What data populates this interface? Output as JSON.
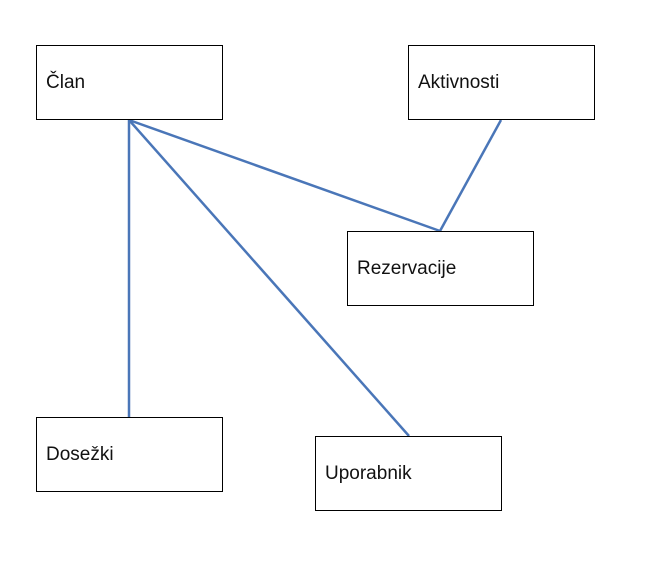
{
  "diagram": {
    "type": "entity-relationship",
    "line_color": "#4a76b8",
    "entities": {
      "clan": "Član",
      "aktivnosti": "Aktivnosti",
      "rezervacije": "Rezervacije",
      "dosezki": "Dosežki",
      "uporabnik": "Uporabnik"
    },
    "relationships": [
      {
        "from": "clan",
        "to": "dosezki"
      },
      {
        "from": "clan",
        "to": "uporabnik"
      },
      {
        "from": "clan",
        "to": "rezervacije"
      },
      {
        "from": "aktivnosti",
        "to": "rezervacije"
      }
    ]
  }
}
